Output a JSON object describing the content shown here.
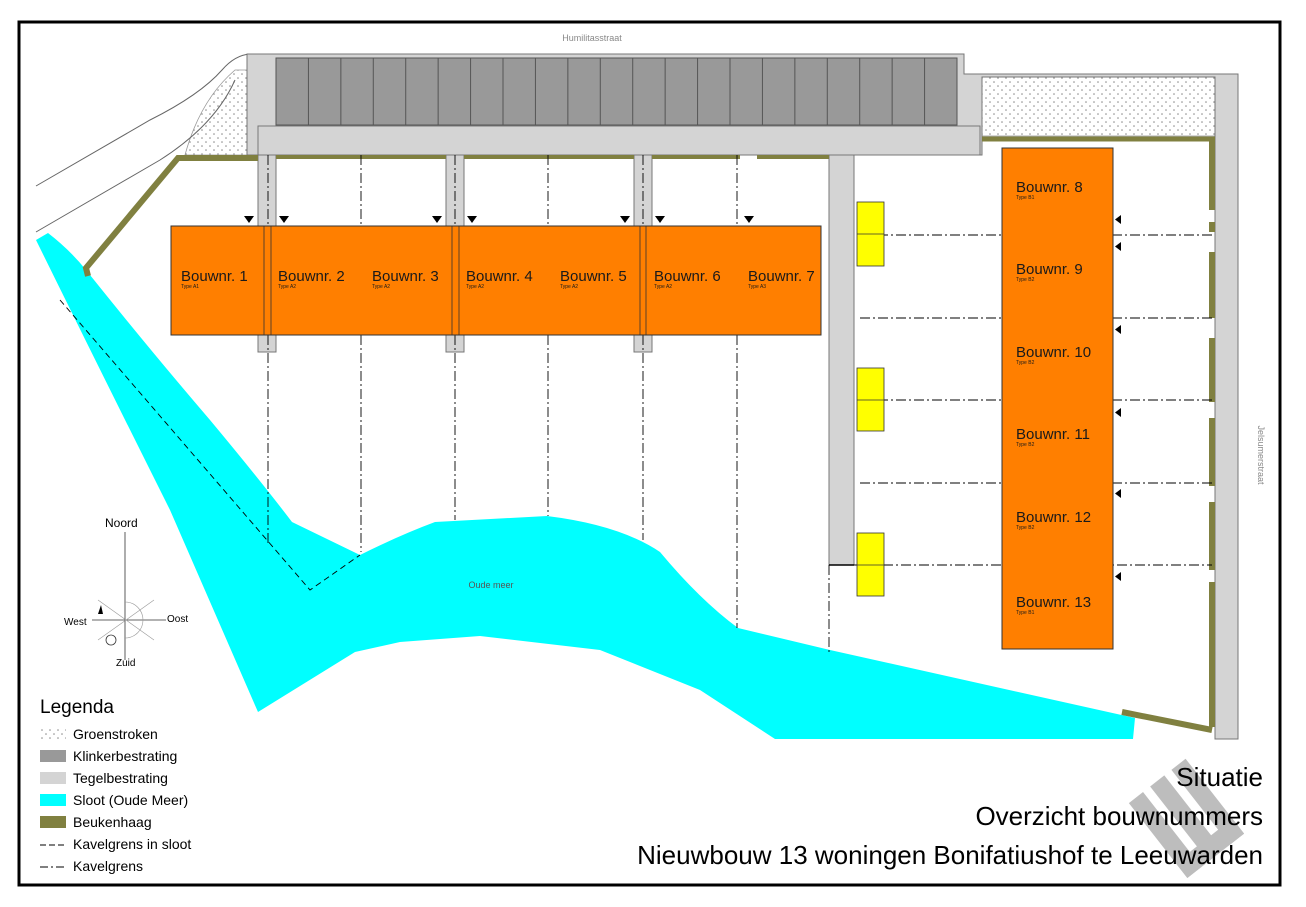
{
  "streets": {
    "top": "Humilitasstraat",
    "right": "Jelsumerstraat"
  },
  "water_label": "Oude meer",
  "compass": {
    "north": "Noord",
    "south": "Zuid",
    "east": "Oost",
    "west": "West"
  },
  "colors": {
    "house": "#ff7f00",
    "water": "#00ffff",
    "clinker": "#999999",
    "tile": "#d4d4d4",
    "hedge": "#808040",
    "storage": "#ffff00"
  },
  "houses": [
    {
      "name": "Bouwnr. 1",
      "type": "Type A1"
    },
    {
      "name": "Bouwnr. 2",
      "type": "Type A2"
    },
    {
      "name": "Bouwnr. 3",
      "type": "Type A2"
    },
    {
      "name": "Bouwnr. 4",
      "type": "Type A2"
    },
    {
      "name": "Bouwnr. 5",
      "type": "Type A2"
    },
    {
      "name": "Bouwnr. 6",
      "type": "Type A2"
    },
    {
      "name": "Bouwnr. 7",
      "type": "Type A3"
    },
    {
      "name": "Bouwnr. 8",
      "type": "Type B1"
    },
    {
      "name": "Bouwnr. 9",
      "type": "Type B2"
    },
    {
      "name": "Bouwnr. 10",
      "type": "Type B2"
    },
    {
      "name": "Bouwnr. 11",
      "type": "Type B2"
    },
    {
      "name": "Bouwnr. 12",
      "type": "Type B2"
    },
    {
      "name": "Bouwnr. 13",
      "type": "Type B1"
    }
  ],
  "legend": {
    "title": "Legenda",
    "items": [
      {
        "label": "Groenstroken",
        "symbol": "dotted"
      },
      {
        "label": "Klinkerbestrating",
        "symbol": "clinker"
      },
      {
        "label": "Tegelbestrating",
        "symbol": "tile"
      },
      {
        "label": "Sloot (Oude Meer)",
        "symbol": "water"
      },
      {
        "label": "Beukenhaag",
        "symbol": "hedge"
      },
      {
        "label": "Kavelgrens in sloot",
        "symbol": "dashed"
      },
      {
        "label": "Kavelgrens",
        "symbol": "dashdot"
      }
    ]
  },
  "title_block": {
    "line1": "Situatie",
    "line2": "Overzicht bouwnummers",
    "line3": "Nieuwbouw 13 woningen Bonifatiushof te Leeuwarden"
  }
}
